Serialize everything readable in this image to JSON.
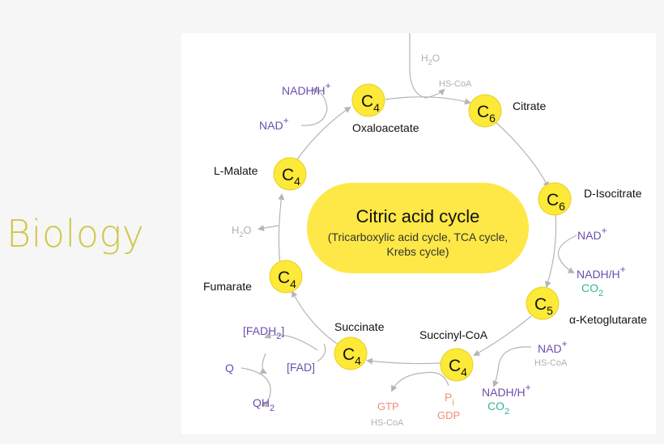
{
  "page_label": "Biology",
  "colors": {
    "node_fill": "#fce938",
    "node_stroke": "#e6cf2a",
    "center_fill": "#fde847",
    "arrow": "#b5b5b5",
    "purple": "#6a4fae",
    "teal": "#2fb59b",
    "salmon": "#f08c7a",
    "gray_text": "#b0b0b0",
    "black_text": "#111111",
    "biology_text": "#cfc84a"
  },
  "center": {
    "title": "Citric acid cycle",
    "subtitle_line1": "(Tricarboxylic acid cycle, TCA cycle,",
    "subtitle_line2": "Krebs cycle)"
  },
  "nodes": {
    "oxaloacetate": {
      "base": "C",
      "sub": "4",
      "name": "Oxaloacetate"
    },
    "citrate": {
      "base": "C",
      "sub": "6",
      "name": "Citrate"
    },
    "isocitrate": {
      "base": "C",
      "sub": "6",
      "name": "D-Isocitrate"
    },
    "ketoglutarate": {
      "base": "C",
      "sub": "5",
      "name": "α-Ketoglutarate"
    },
    "succinylcoa": {
      "base": "C",
      "sub": "4",
      "name": "Succinyl-CoA"
    },
    "succinate": {
      "base": "C",
      "sub": "4",
      "name": "Succinate"
    },
    "fumarate": {
      "base": "C",
      "sub": "4",
      "name": "Fumarate"
    },
    "malate": {
      "base": "C",
      "sub": "4",
      "name": "L-Malate"
    }
  },
  "cofactors": {
    "top_h2o": {
      "base": "H",
      "sub": "2",
      "rest": "O"
    },
    "top_hscoa": "HS-CoA",
    "nadh_top": {
      "text": "NADH/H",
      "sup": "+"
    },
    "nad_top": {
      "text": "NAD",
      "sup": "+"
    },
    "h2o_left": {
      "base": "H",
      "sub": "2",
      "rest": "O"
    },
    "nad_right": {
      "text": "NAD",
      "sup": "+"
    },
    "nadh_right": {
      "text": "NADH/H",
      "sup": "+"
    },
    "co2_right": {
      "base": "CO",
      "sub": "2"
    },
    "nad_bottom": {
      "text": "NAD",
      "sup": "+"
    },
    "hscoa_bottom": "HS-CoA",
    "nadh_bottom": {
      "text": "NADH/H",
      "sup": "+"
    },
    "co2_bottom": {
      "base": "CO",
      "sub": "2"
    },
    "pi": {
      "base": "P",
      "sub": "i"
    },
    "gdp": "GDP",
    "gtp": "GTP",
    "hscoa_gtp": "HS-CoA",
    "fadh2": {
      "pre": "[FADH",
      "sub": "2",
      "post": "]"
    },
    "fad": "[FAD]",
    "q": "Q",
    "qh2": {
      "base": "QH",
      "sub": "2"
    }
  }
}
